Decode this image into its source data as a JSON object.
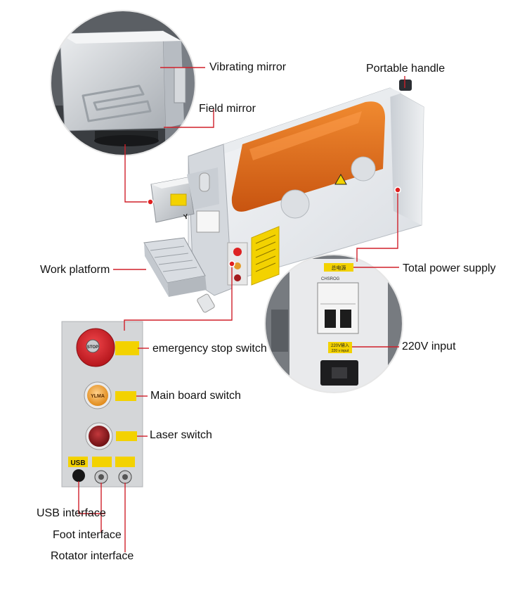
{
  "labels": {
    "vibrating_mirror": "Vibrating mirror",
    "field_mirror": "Field mirror",
    "portable_handle": "Portable handle",
    "work_platform": "Work platform",
    "total_power_supply": "Total power supply",
    "emergency_stop": "emergency stop switch",
    "main_board": "Main board switch",
    "laser_switch": "Laser switch",
    "input_220v": "220V input",
    "usb_interface": "USB interface",
    "foot_interface": "Foot interface",
    "rotator_interface": "Rotator interface"
  },
  "panel": {
    "usb_label": "USB",
    "stop_button_text": "STOP",
    "main_button_text": "YLMA",
    "power_tag": "总电源",
    "breaker_brand": "CHSROG",
    "input_tag_line1": "220V输入",
    "input_tag_line2": "220 v input"
  },
  "colors": {
    "callout_line": "#d0202a",
    "callout_dot": "#e02020",
    "machine_window": "#e0661a",
    "warning_yellow": "#f3d200"
  }
}
